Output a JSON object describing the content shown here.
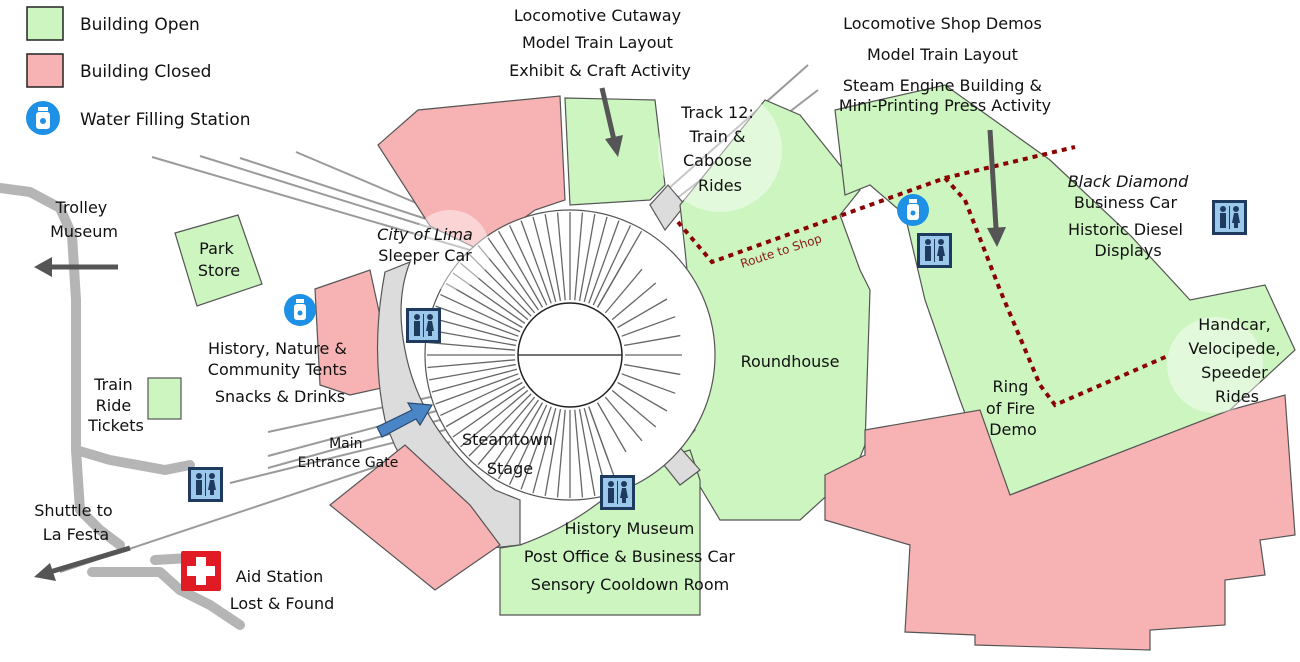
{
  "colors": {
    "open": "#ccf5c0",
    "closed": "#f7b3b3",
    "outline": "#555555",
    "walkway": "#dcdcdc",
    "track": "#9a9a9a",
    "route": "#8b0000",
    "water": "#1e90e6",
    "restroom_bg": "#9cc8ec",
    "aid": "#e01b24",
    "arrow": "#555555",
    "entrance_arrow": "#4a86c6"
  },
  "legend": {
    "open": "Building Open",
    "closed": "Building Closed",
    "water": "Water Filling Station"
  },
  "icons": {
    "water": "water-bottle-icon",
    "restroom": "restroom-icon",
    "aid": "first-aid-cross-icon"
  },
  "labels": {
    "trolley": [
      "Trolley",
      "Museum"
    ],
    "park_store": [
      "Park",
      "Store"
    ],
    "tents": [
      "History, Nature &",
      "Community Tents",
      "Snacks & Drinks"
    ],
    "tickets": [
      "Train",
      "Ride",
      "Tickets"
    ],
    "shuttle": [
      "Shuttle to",
      "La Festa"
    ],
    "aid": [
      "Aid Station",
      "Lost & Found"
    ],
    "entrance": [
      "Main",
      "Entrance Gate"
    ],
    "lima_italic": "City of Lima",
    "lima_rest": "Sleeper Car",
    "steamtown": [
      "Steamtown",
      "Stage"
    ],
    "museum": [
      "History Museum",
      "Post Office & Business Car",
      "Sensory Cooldown Room"
    ],
    "cutaway": [
      "Locomotive Cutaway",
      "Model Train Layout",
      "Exhibit & Craft Activity"
    ],
    "track12": [
      "Track 12:",
      "Train &",
      "Caboose",
      "Rides"
    ],
    "roundhouse": "Roundhouse",
    "shop": [
      "Locomotive Shop Demos",
      "Model Train Layout",
      "Steam Engine Building &",
      "Mini-Printing Press Activity"
    ],
    "black_diamond_italic": "Black Diamond",
    "black_diamond": [
      "Business Car",
      "Historic Diesel",
      "Displays"
    ],
    "route": "Route to Shop",
    "handcar": [
      "Handcar,",
      "Velocipede,",
      "Speeder",
      "Rides"
    ],
    "ring": [
      "Ring",
      "of Fire",
      "Demo"
    ]
  }
}
